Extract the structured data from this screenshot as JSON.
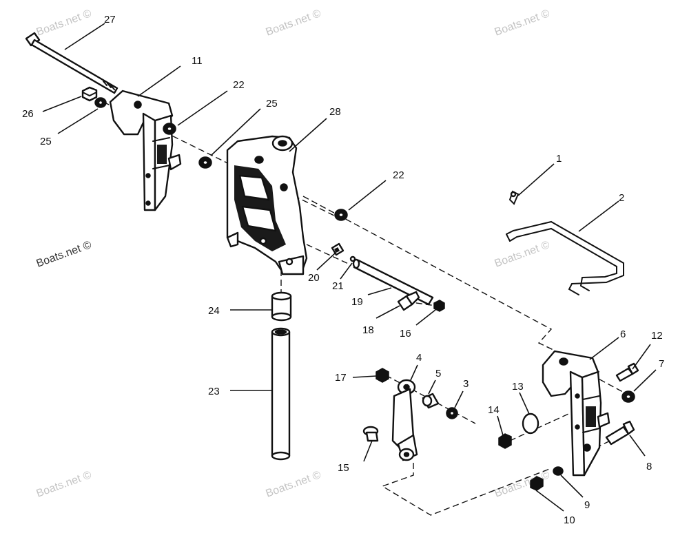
{
  "watermark": {
    "text": "Boats.net ©",
    "text_color": "#c4c4c4",
    "dark_color": "#333333"
  },
  "callouts": {
    "c1": "1",
    "c2": "2",
    "c3": "3",
    "c4": "4",
    "c5": "5",
    "c6": "6",
    "c7": "7",
    "c8": "8",
    "c9": "9",
    "c10": "10",
    "c11": "11",
    "c12": "12",
    "c13": "13",
    "c14": "14",
    "c15": "15",
    "c16": "16",
    "c17": "17",
    "c18": "18",
    "c19": "19",
    "c20": "20",
    "c21": "21",
    "c22a": "22",
    "c22b": "22",
    "c23": "23",
    "c24": "24",
    "c25a": "25",
    "c25b": "25",
    "c26": "26",
    "c27": "27",
    "c28": "28"
  }
}
